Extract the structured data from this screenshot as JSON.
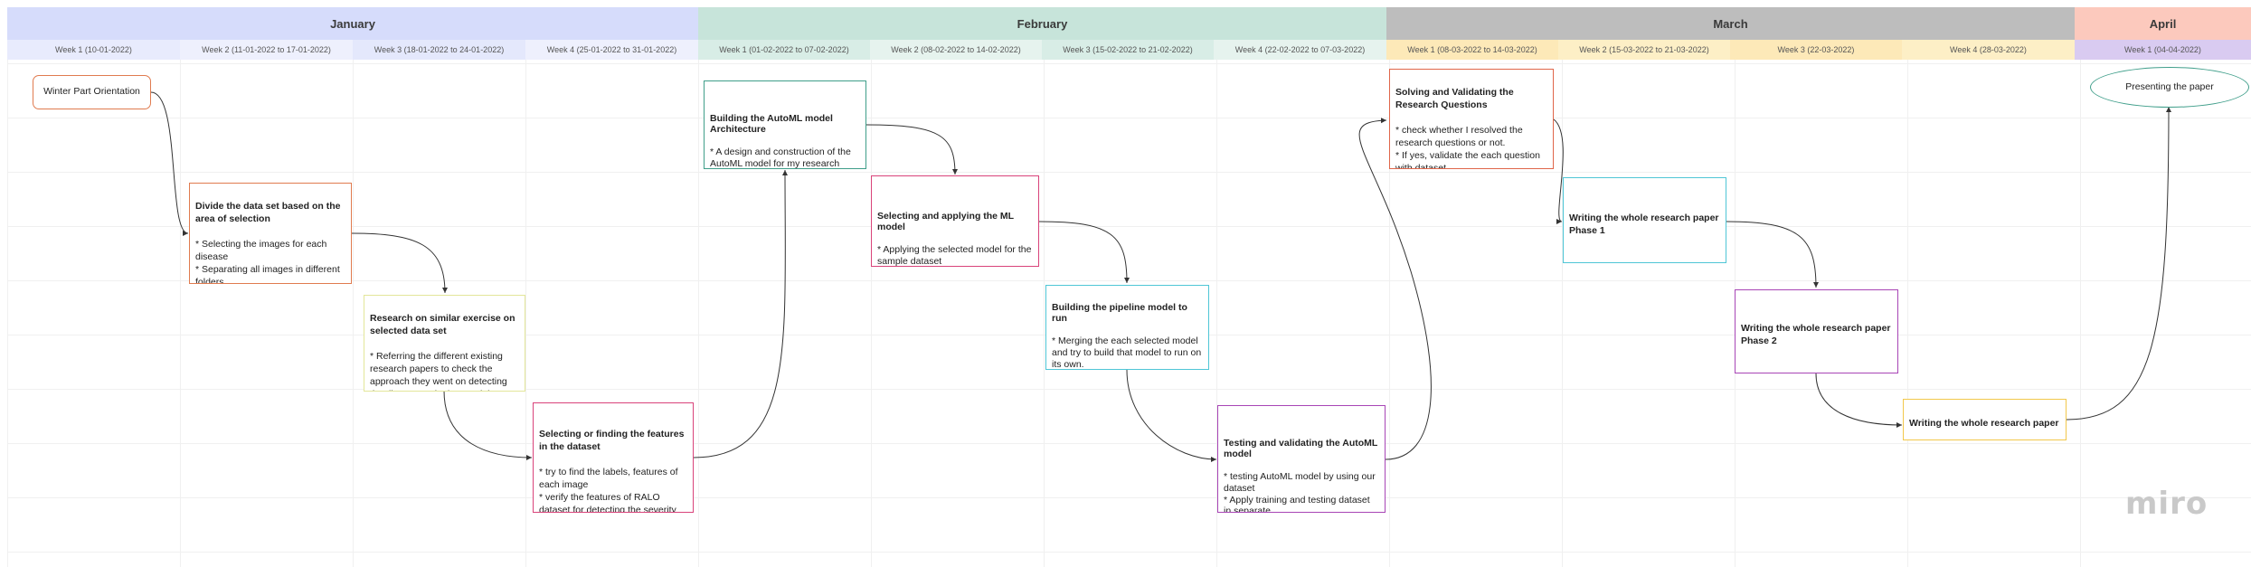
{
  "months": [
    {
      "label": "January",
      "color": "#d6dcfb"
    },
    {
      "label": "February",
      "color": "#c7e4da"
    },
    {
      "label": "March",
      "color": "#bdbdbd"
    },
    {
      "label": "April",
      "color": "#fcc9bd"
    }
  ],
  "weeks": [
    "Week 1 (10-01-2022)",
    "Week 2 (11-01-2022 to 17-01-2022)",
    "Week 3 (18-01-2022 to 24-01-2022)",
    "Week 4 (25-01-2022 to 31-01-2022)",
    "Week 1 (01-02-2022 to 07-02-2022)",
    "Week 2 (08-02-2022 to 14-02-2022)",
    "Week 3 (15-02-2022 to 21-02-2022)",
    "Week 4 (22-02-2022 to 07-03-2022)",
    "Week 1 (08-03-2022 to 14-03-2022)",
    "Week 2 (15-03-2022 to 21-03-2022)",
    "Week 3 (22-03-2022)",
    "Week 4 (28-03-2022)",
    "Week 1 (04-04-2022)"
  ],
  "week_colors": [
    "#e8ebfd",
    "#eef0fd",
    "#e4e8fc",
    "#eef0fd",
    "#d8ede6",
    "#e6f3ee",
    "#d8ede6",
    "#e6f3ee",
    "#fde9b8",
    "#fdefc6",
    "#fde9b8",
    "#fdefc6",
    "#d9cbf1"
  ],
  "nodes": {
    "winter": {
      "title": "",
      "body": "Winter Part Orientation",
      "border": "#e07b4f"
    },
    "divide": {
      "title": "Divide the data set based on the area of selection",
      "body": "* Selecting the images for each disease\n* Separating all images in different folders",
      "border": "#e07b4f"
    },
    "research": {
      "title": "Research on similar exercise on selected data set",
      "body": "* Referring the different existing  research papers to check the approach they went on detecting the disease and other model",
      "border": "#e3e69a"
    },
    "features": {
      "title": "Selecting or finding the features in the dataset",
      "body": "* try to find the labels, features of each image\n* verify the features of RALO dataset for detecting the severity",
      "border": "#d9437a"
    },
    "automl": {
      "title": "Building the AutoML model Architecture",
      "body": "* A design and construction of the AutoML model for my research",
      "border": "#3f9e8a"
    },
    "ml": {
      "title": "Selecting  and applying the ML model",
      "body": "* Applying the selected model for the sample dataset",
      "border": "#d9437a"
    },
    "pipeline": {
      "title": "Building the pipeline model to run",
      "body": "* Merging the each selected model and try to build that model to run on its own.",
      "border": "#4fc6d6"
    },
    "testing": {
      "title": "Testing and validating the AutoML model",
      "body": "* testing AutoML model by using our dataset\n* Apply training and testing dataset in separate.",
      "border": "#a845b6"
    },
    "solving": {
      "title": "Solving and Validating the Research Questions",
      "body": "* check whether I resolved the research questions or not.\n* If yes, validate the each question with dataset",
      "border": "#e0664a"
    },
    "paper1": {
      "title": "Writing the whole research paper\nPhase 1",
      "body": "",
      "border": "#4fc6d6"
    },
    "paper2": {
      "title": "Writing the whole research paper\nPhase 2",
      "body": "",
      "border": "#a845b6"
    },
    "paper3": {
      "title": "Writing the whole research paper",
      "body": "",
      "border": "#f2c84b"
    },
    "present": {
      "title": "",
      "body": "Presenting the paper",
      "border": "#3f9e8a"
    }
  },
  "logo": "miro"
}
